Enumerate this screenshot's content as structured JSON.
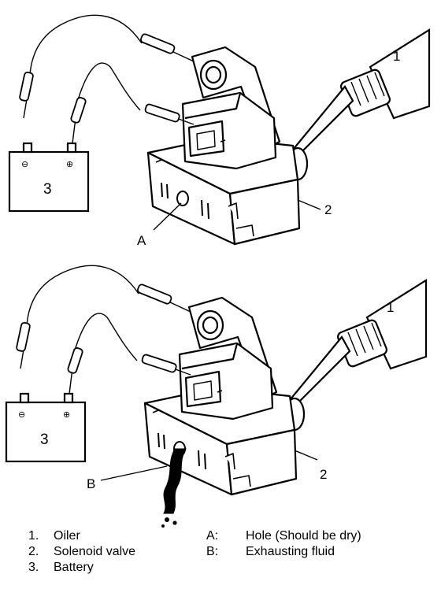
{
  "callouts": {
    "oiler": "1",
    "solenoid_valve": "2",
    "battery": "3",
    "hole": "A",
    "fluid": "B"
  },
  "battery_terminals": {
    "negative": "⊖",
    "positive": "⊕"
  },
  "legend": {
    "numbered": [
      {
        "num": "1.",
        "text": "Oiler"
      },
      {
        "num": "2.",
        "text": "Solenoid valve"
      },
      {
        "num": "3.",
        "text": "Battery"
      }
    ],
    "lettered": [
      {
        "num": "A:",
        "text": "Hole (Should be dry)"
      },
      {
        "num": "B:",
        "text": "Exhausting fluid"
      }
    ]
  }
}
